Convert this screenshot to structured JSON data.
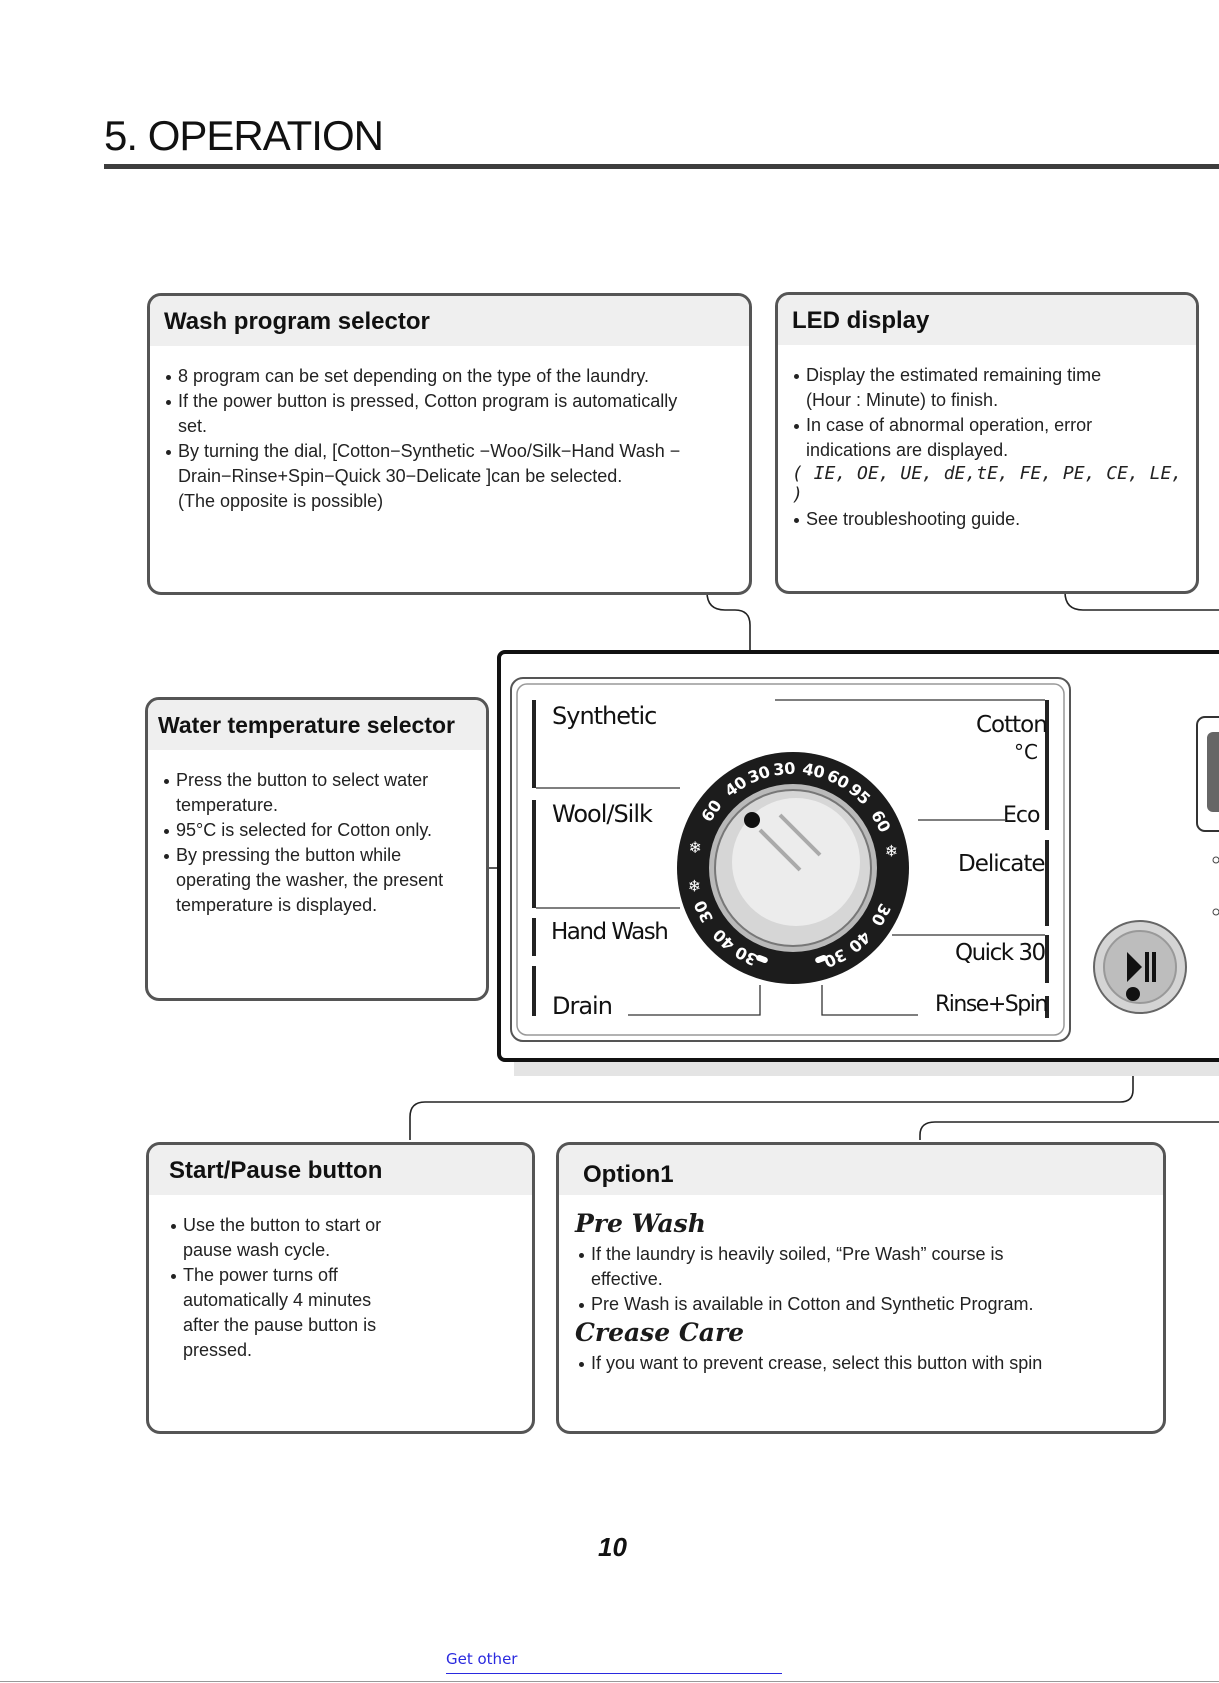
{
  "page": {
    "title": "5. OPERATION",
    "page_number": "10",
    "footer_link": "Get other"
  },
  "wash_program": {
    "heading": "Wash program selector",
    "items": [
      "8 program can be set depending on the type of the laundry.",
      "If the power button is pressed, Cotton program is automatically",
      "set.",
      "By turning the dial, [Cotton−Synthetic −Woo/Silk−Hand Wash −",
      "Drain−Rinse+Spin−Quick 30−Delicate ]can be selected.",
      "(The opposite is possible)"
    ]
  },
  "led_display": {
    "heading": "LED display",
    "items": [
      "Display the estimated remaining time",
      "(Hour : Minute) to finish.",
      "In case of abnormal operation, error",
      "indications are displayed.",
      "See troubleshooting guide."
    ],
    "error_codes": "( IE, OE, UE, dE,tE, FE, PE, CE, LE, )"
  },
  "water_temp": {
    "heading": "Water temperature selector",
    "items": [
      "Press the button to select water",
      "temperature.",
      "95°C  is selected for Cotton only.",
      "By pressing the button while",
      "operating the washer, the present",
      "temperature is displayed."
    ]
  },
  "start_pause": {
    "heading": "Start/Pause button",
    "items": [
      "Use the button to start or",
      "pause wash cycle.",
      "The power turns off",
      "automatically 4 minutes",
      "after the pause button is",
      "pressed."
    ]
  },
  "option1": {
    "heading": "Option1",
    "pre_wash": {
      "title": "Pre Wash",
      "items": [
        "If the laundry is heavily soiled, “Pre Wash” course is",
        "effective.",
        "Pre Wash is available in Cotton and Synthetic Program."
      ]
    },
    "crease_care": {
      "title": "Crease Care",
      "items": [
        "If you want to prevent crease, select this button with spin"
      ]
    }
  },
  "panel": {
    "programs": {
      "synthetic": "Synthetic",
      "wool_silk": "Wool/Silk",
      "hand_wash": "Hand Wash",
      "drain": "Drain",
      "cotton": "Cotton",
      "celsius": "°C",
      "eco": "Eco",
      "delicate": "Delicate",
      "quick30": "Quick 30",
      "rinse_spin": "Rinse+Spin"
    },
    "dial_temps": [
      "40",
      "30",
      "30",
      "40",
      "60",
      "95",
      "60",
      "30",
      "40",
      "30",
      "30",
      "40",
      "30",
      "60"
    ],
    "start_pause_symbol": "▶‖"
  },
  "colors": {
    "box_border": "#555555",
    "box_header": "#efefef",
    "dial_ring": "#1c1c1c",
    "footer_link": "#2a2adf"
  }
}
